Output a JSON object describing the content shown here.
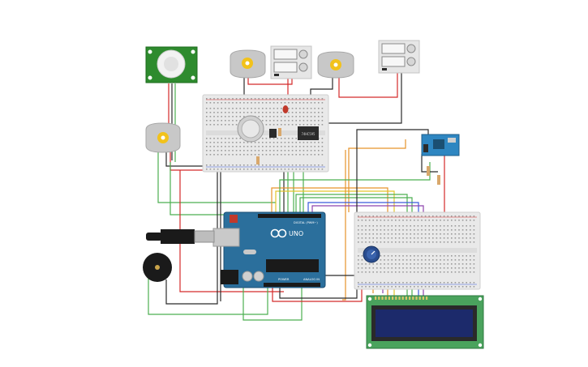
{
  "canvas": {
    "background": "#ffffff"
  },
  "arduino": {
    "logo_text": "UNO",
    "digital_label": "DIGITAL (PWM~)",
    "power_label": "POWER",
    "analog_label": "ANALOG IN",
    "board_color": "#2b6f9c"
  },
  "components": {
    "pir_sensor": {
      "color": "#2e8b2e"
    },
    "servo_motors": {
      "count": 3,
      "color": "#c8c8c8",
      "hub_color": "#f2c21b"
    },
    "power_supplies": {
      "count": 2,
      "color": "#e6e6e6"
    },
    "breadboards": {
      "count": 2,
      "color": "#e9e9e9"
    },
    "wifi_module": {
      "color": "#2e86c1"
    },
    "lcd_16x2": {
      "pcb_color": "#4aa35d",
      "screen_color": "#1c2a6b"
    },
    "potentiometer": {
      "color": "#2a4d8f"
    },
    "piezo_buzzer": {
      "color": "#1a1a1a"
    },
    "led": {
      "color": "#c0392b"
    }
  },
  "wire_colors": {
    "red": "#d42a2a",
    "black": "#2b2b2b",
    "green": "#4caf50",
    "orange": "#e6932a",
    "yellow": "#e3c52b",
    "blue": "#3b5bdb",
    "purple": "#8e44ad"
  }
}
